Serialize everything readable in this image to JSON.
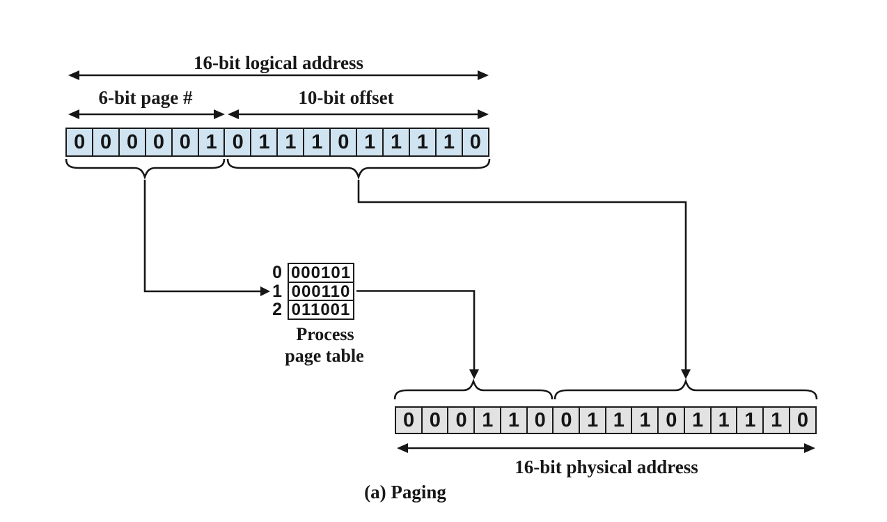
{
  "figure": {
    "caption": "(a) Paging"
  },
  "logical_address": {
    "span_label": "16-bit logical address",
    "page_field_label": "6-bit page #",
    "offset_field_label": "10-bit offset",
    "bits": [
      "0",
      "0",
      "0",
      "0",
      "0",
      "1",
      "0",
      "1",
      "1",
      "1",
      "0",
      "1",
      "1",
      "1",
      "1",
      "0"
    ]
  },
  "page_table": {
    "title_line1": "Process",
    "title_line2": "page table",
    "rows": [
      {
        "index": "0",
        "value": "000101"
      },
      {
        "index": "1",
        "value": "000110"
      },
      {
        "index": "2",
        "value": "011001"
      }
    ]
  },
  "physical_address": {
    "span_label": "16-bit physical address",
    "bits": [
      "0",
      "0",
      "0",
      "1",
      "1",
      "0",
      "0",
      "1",
      "1",
      "1",
      "0",
      "1",
      "1",
      "1",
      "1",
      "0"
    ]
  },
  "colors": {
    "background": "#ffffff",
    "logical_cell_fill": "#cfe3f1",
    "physical_cell_fill": "#e2e2e2",
    "line": "#161616"
  }
}
